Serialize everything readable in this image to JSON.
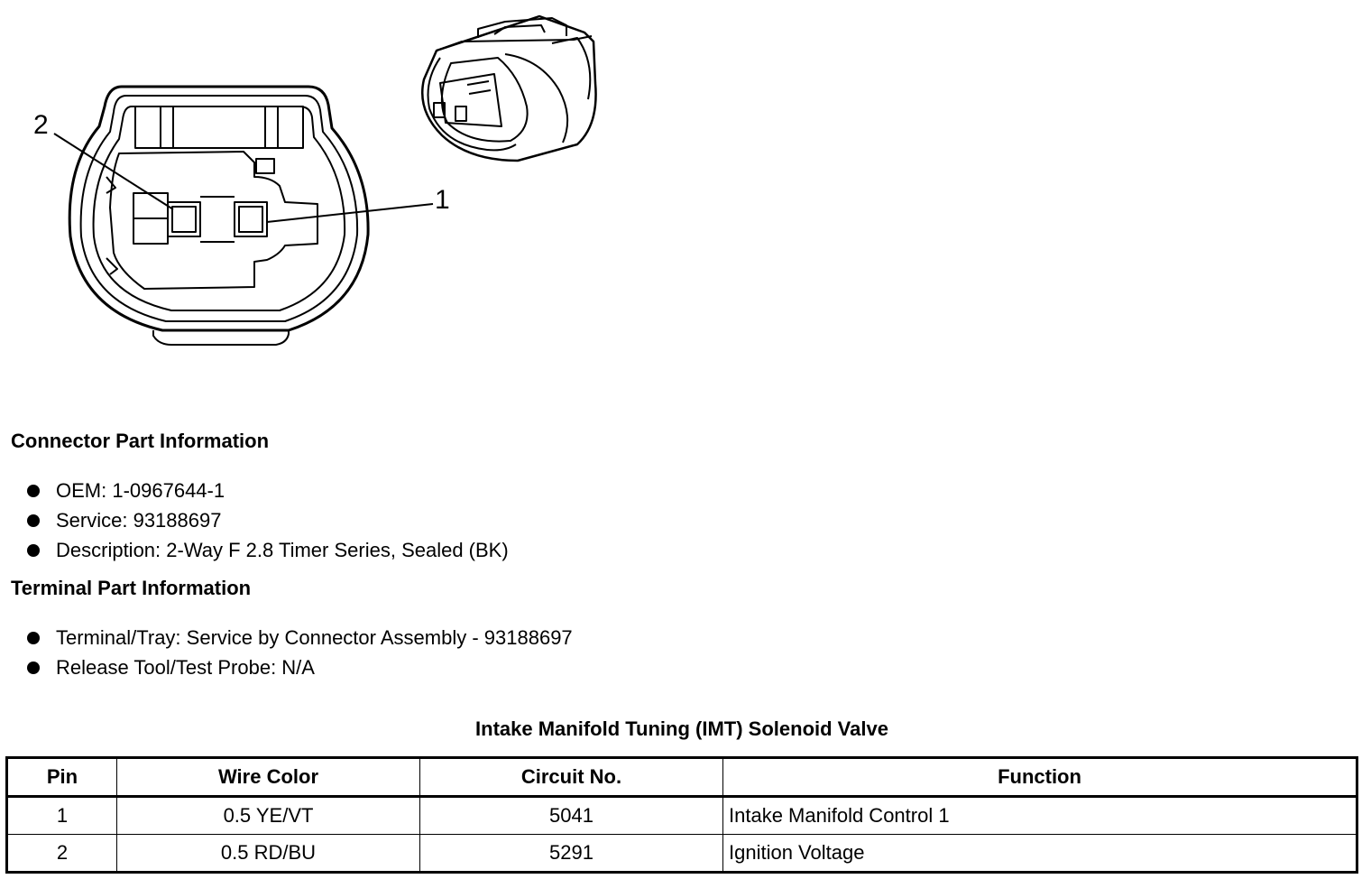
{
  "diagram": {
    "callouts": [
      "2",
      "1"
    ]
  },
  "connector_info": {
    "heading": "Connector Part Information",
    "items": [
      "OEM: 1-0967644-1",
      "Service: 93188697",
      "Description: 2-Way F 2.8 Timer Series, Sealed (BK)"
    ]
  },
  "terminal_info": {
    "heading": "Terminal Part Information",
    "items": [
      "Terminal/Tray: Service by Connector Assembly - 93188697",
      "Release Tool/Test Probe: N/A"
    ]
  },
  "pin_table": {
    "title": "Intake Manifold Tuning (IMT) Solenoid Valve",
    "headers": [
      "Pin",
      "Wire Color",
      "Circuit No.",
      "Function"
    ],
    "rows": [
      [
        "1",
        "0.5 YE/VT",
        "5041",
        "Intake Manifold Control 1"
      ],
      [
        "2",
        "0.5 RD/BU",
        "5291",
        "Ignition Voltage"
      ]
    ]
  }
}
